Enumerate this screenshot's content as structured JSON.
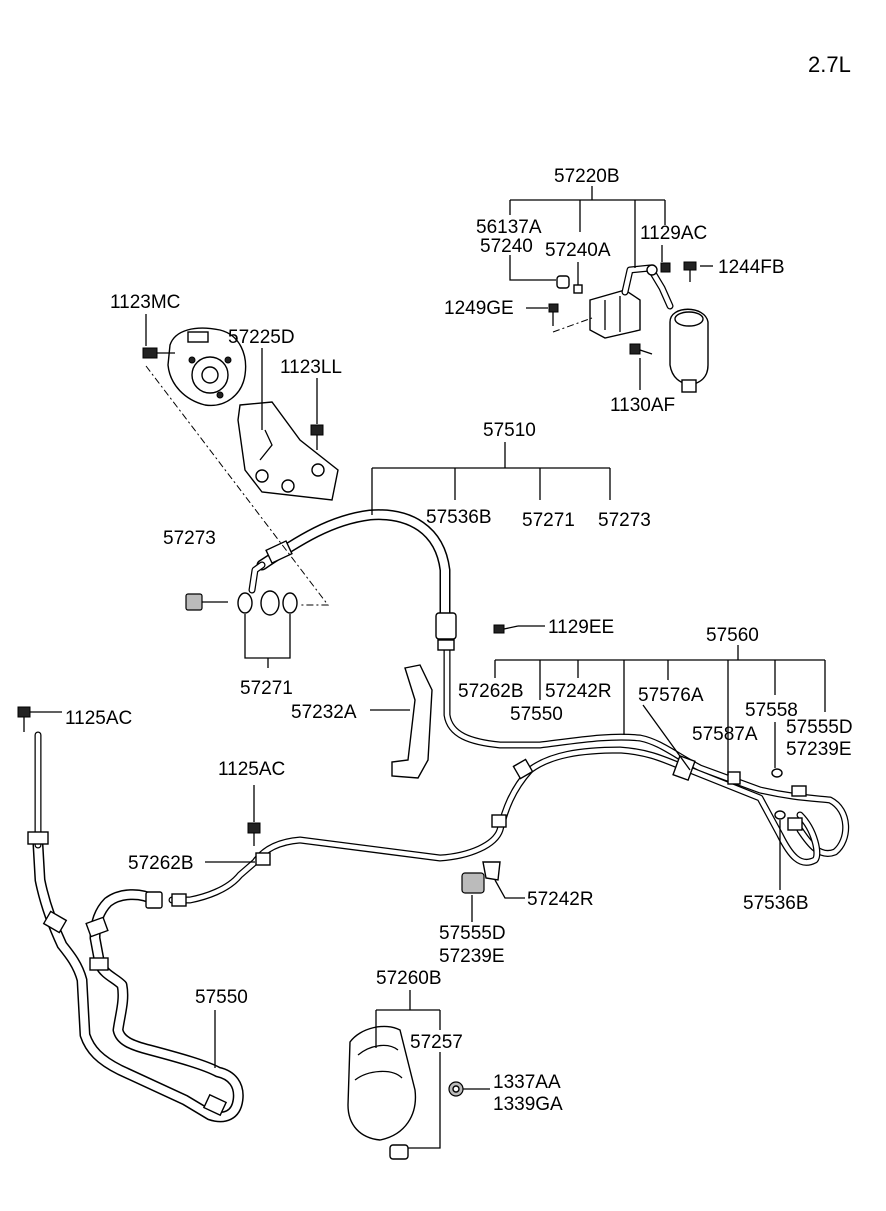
{
  "engine_variant": "2.7L",
  "labels": {
    "57220B": "57220B",
    "56137A": "56137A",
    "57240": "57240",
    "57240A": "57240A",
    "1129AC": "1129AC",
    "1244FB": "1244FB",
    "1249GE": "1249GE",
    "1130AF": "1130AF",
    "1123MC": "1123MC",
    "57225D": "57225D",
    "1123LL": "1123LL",
    "57510": "57510",
    "57536B_top": "57536B",
    "57271_top": "57271",
    "57273_top": "57273",
    "57273_left": "57273",
    "57271_left": "57271",
    "1129EE": "1129EE",
    "57560": "57560",
    "57262B_top": "57262B",
    "57550_top": "57550",
    "57242R_top": "57242R",
    "57576A": "57576A",
    "57558": "57558",
    "57587A": "57587A",
    "57555D_top": "57555D",
    "57239E_top": "57239E",
    "57232A": "57232A",
    "1125AC_top": "1125AC",
    "1125AC_mid": "1125AC",
    "57262B_mid": "57262B",
    "57242R_mid": "57242R",
    "57555D_mid": "57555D",
    "57239E_mid": "57239E",
    "57536B_right": "57536B",
    "57550_bottom": "57550",
    "57260B": "57260B",
    "57257": "57257",
    "1337AA": "1337AA",
    "1339GA": "1339GA"
  }
}
